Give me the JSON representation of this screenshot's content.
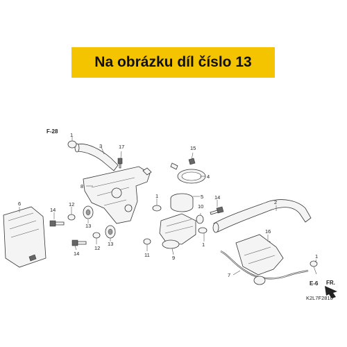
{
  "banner": {
    "text": "Na obrázku díl číslo 13",
    "color": "#f5c400"
  },
  "refs": {
    "f28": "F-28",
    "e6": "E-6",
    "fr": "FR.",
    "code": "K2L7F2810"
  },
  "callouts": {
    "c1a": "1",
    "c3": "3",
    "c17": "17",
    "c15": "15",
    "c8": "8",
    "c4": "4",
    "c1b": "1",
    "c5": "5",
    "c2": "2",
    "c6": "6",
    "c14a": "14",
    "c12a": "12",
    "c14b": "14",
    "c10": "10",
    "c13a": "13",
    "c13b": "13",
    "c12b": "12",
    "c14c": "14",
    "c11": "11",
    "c9": "9",
    "c16": "16",
    "c7": "7",
    "c1c": "1",
    "c1d": "1"
  }
}
